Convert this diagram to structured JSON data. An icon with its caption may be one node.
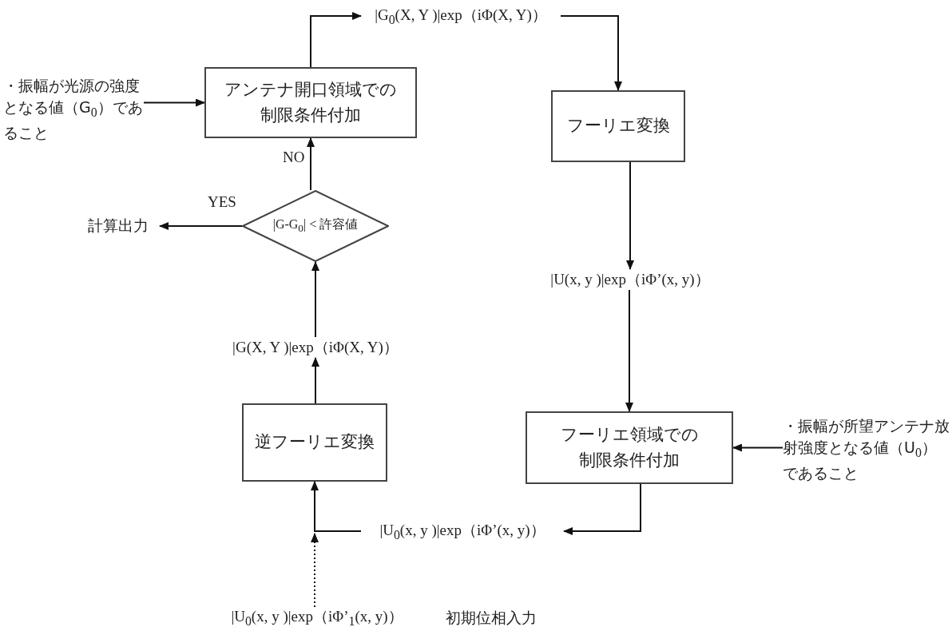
{
  "diagram": {
    "nodes": [
      {
        "text": [
          "アンテナ開口領域での制限条件付加"
        ]
      },
      {
        "text": [
          "|G$_{0}$(X, Y )|exp（iΦ(X, Y)）"
        ]
      },
      {
        "text": [
          "フーリエ変換"
        ]
      },
      {
        "text": [
          "|U(x, y )|exp（iΦ’(x, y)）"
        ]
      },
      {
        "text": [
          "フーリエ領域での制限条件付加"
        ]
      },
      {
        "text": [
          "|U$_{0}$(x, y )|exp（iΦ’(x, y)）"
        ]
      },
      {
        "text": [
          "逆フーリエ変換"
        ]
      },
      {
        "text": [
          "|G(X, Y )|exp（iΦ(X, Y)）"
        ]
      },
      {
        "text": [
          "|G-G$_{0}$| < 許容値"
        ]
      },
      {
        "text": [
          "計算出力"
        ]
      },
      {
        "text": [
          "・振幅が光源の強度となる値（G$_{0}$）であること"
        ]
      },
      {
        "text": [
          "・振幅が所望アンテナ放射強度となる値（U$_{0}$）であること"
        ]
      },
      {
        "text": [
          "|U$_{0}$(x, y )|exp（iΦ’$_{1}$(x, y)）"
        ],
        "beside": [
          "初期位相入力"
        ]
      }
    ],
    "edges": [
      {
        "from": 0,
        "to": 1,
        "arrow": "to"
      },
      {
        "from": 1,
        "to": 2,
        "arrow": "to"
      },
      {
        "from": 2,
        "to": 3,
        "arrow": "to"
      },
      {
        "from": 3,
        "to": 4,
        "arrow": "to"
      },
      {
        "from": 4,
        "to": 5,
        "arrow": "to"
      },
      {
        "from": 5,
        "to": 6,
        "arrow": "to"
      },
      {
        "from": 12,
        "to": 6,
        "arrow": "to",
        "style": "dashed"
      },
      {
        "from": 6,
        "to": 7,
        "arrow": "to"
      },
      {
        "from": 7,
        "to": 8,
        "arrow": "to"
      },
      {
        "from": 8,
        "to": 0,
        "arrow": "to",
        "label": "NO"
      },
      {
        "from": 8,
        "to": 9,
        "arrow": "to",
        "label": "YES"
      },
      {
        "from": 10,
        "to": 0,
        "arrow": "to"
      },
      {
        "from": 11,
        "to": 4,
        "arrow": "to"
      }
    ]
  }
}
